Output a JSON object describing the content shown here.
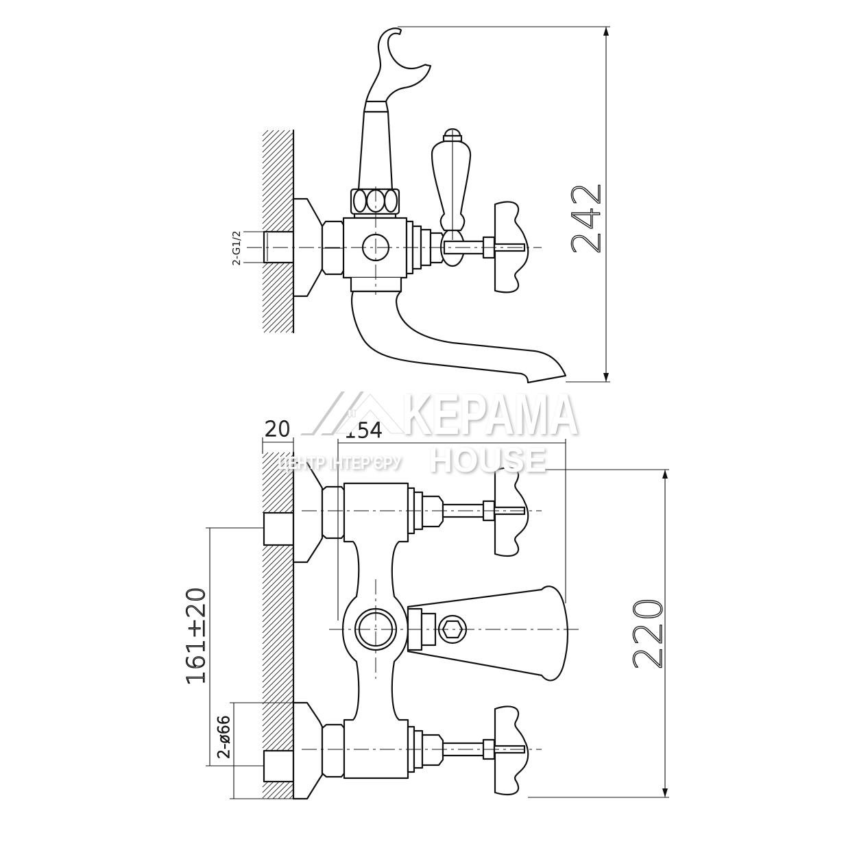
{
  "drawing": {
    "title": "Bath mixer dimension drawing",
    "dimensions": {
      "overall_height": "242",
      "thread": "2-G1/2",
      "wall_offset": "20",
      "projection": "154",
      "centre_distance": "161±20",
      "flange_diameter": "2-ø66",
      "total_width": "220"
    }
  },
  "watermark": {
    "brand_line1": "KEPAMA",
    "brand_line2": "HOUSE",
    "tagline": "ЦЕНТР ІНТЕР'ЄРУ"
  },
  "colors": {
    "line": "#111111",
    "background": "#ffffff",
    "watermark": "#ffffff"
  }
}
